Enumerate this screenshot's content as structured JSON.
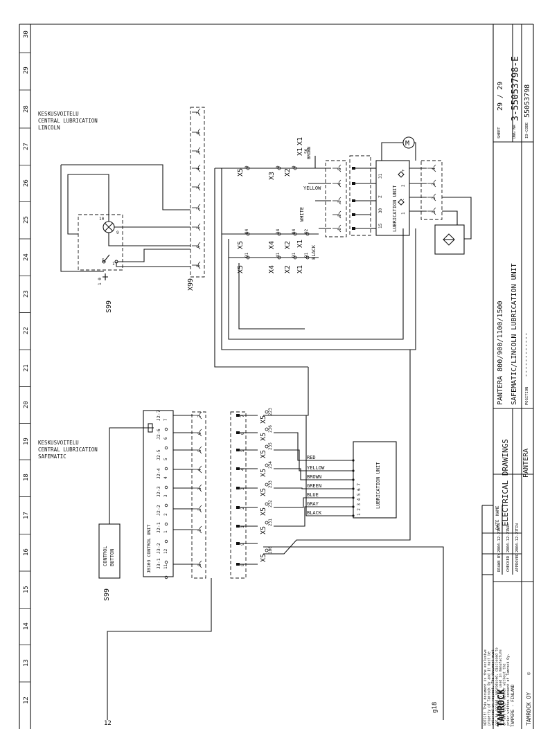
{
  "ruler": [
    "30",
    "29",
    "28",
    "27",
    "26",
    "25",
    "24",
    "23",
    "22",
    "21",
    "20",
    "19",
    "18",
    "17",
    "16",
    "15",
    "14",
    "13",
    "12"
  ],
  "upper_block": {
    "title_lines": [
      "KESKUSVOITELU",
      "CENTRAL LUBRICATION",
      "LINCOLN"
    ],
    "switch_label": "S99",
    "switch_contacts": [
      "1 0",
      "5",
      "1"
    ],
    "lamp_pins": [
      "10",
      "9"
    ],
    "connector": "X99",
    "connector_pins": [
      "7",
      "6",
      "5",
      "4",
      "3",
      "2",
      "1",
      "9",
      "8"
    ],
    "terminals": [
      "X5",
      "9",
      "X3",
      "9",
      "X2",
      "9",
      "X1",
      "56",
      "X1",
      "X5",
      "84",
      "X4",
      "34",
      "X2",
      "84",
      "X1",
      "92",
      "X5",
      "91",
      "X4",
      "41",
      "X2",
      "91",
      "X1",
      "91"
    ],
    "wire_colors": [
      "BROWN",
      "YELLOW",
      "WHITE",
      "BLACK"
    ],
    "plug_pins": [
      "5",
      "4",
      "3",
      "2",
      "1"
    ],
    "lub_unit": "LUBRICATION UNIT",
    "lub_pins": [
      "31",
      "15",
      "30",
      "Z",
      "1",
      "2",
      "-",
      "+"
    ],
    "motor_symbol": "M",
    "right_plug_pins": [
      "4",
      "3",
      "2",
      "1"
    ]
  },
  "lower_block": {
    "title_lines": [
      "KESKUSVOITELU",
      "CENTRAL LUBRICATION",
      "SAFEMATIC"
    ],
    "control_button": [
      "CONTROL",
      "BUTTON"
    ],
    "button_label": "S99",
    "control_unit": "JB103 CONTROL UNIT",
    "cu_pins": [
      "J3-1",
      "J3-2",
      "J2-1",
      "J2-2",
      "J2-3",
      "J2-4",
      "J2-5",
      "J2-6",
      "J2-7"
    ],
    "cu_nums": [
      "11",
      "12",
      "1",
      "2",
      "3",
      "4",
      "5",
      "6",
      "7"
    ],
    "conn1_pins": [
      "8",
      "1",
      "2",
      "3",
      "4",
      "5",
      "6",
      "7"
    ],
    "conn2_pins": [
      "8",
      "9",
      "1",
      "2",
      "3",
      "4",
      "5",
      "6",
      "7"
    ],
    "x5_label": "X5",
    "x5_nums": [
      "100",
      "231",
      "232",
      "233",
      "234",
      "235",
      "236",
      "223"
    ],
    "wire_colors": [
      "RED",
      "YELLOW",
      "BROWN",
      "GREEN",
      "BLUE",
      "GRAY",
      "BLACK"
    ],
    "lub_unit": "LUBRICATION UNIT",
    "lub_pins": "1 2 3 4 5 6 7"
  },
  "edge_labels": [
    "12",
    "g18"
  ],
  "title_block": {
    "company": "TAMROCK OY",
    "logo": "TAMROCK",
    "place": "TAMPERE - FINLAND",
    "copyright": "©",
    "notice": [
      "NOTICE! This document is the exclusive",
      "property of Tamrock Oy and it must be",
      "returned on request. The document must",
      "not be copied, reproduced, disclosed to",
      "any third party or used in manufacture",
      "or any other manner without the",
      "prior written consent of Tamrock Oy."
    ],
    "col_date": "DATE",
    "col_name": "NAME",
    "rows": [
      [
        "DRAWN BY",
        "2004-12-27",
        "RTA"
      ],
      [
        "CHECKED",
        "2004-12-27",
        "AUL"
      ],
      [
        "APPROVED",
        "2004-12-27",
        "TIN"
      ]
    ],
    "doc_title": "ELECTRICAL DRAWINGS",
    "product": "PANTERA",
    "position_label": "POSITION",
    "desc_line1": "PANTERA 800/900/1100/1500",
    "desc_line2": "SAFEMATIC/LINCOLN LUBRICATION UNIT",
    "sheet_label": "SHEET",
    "sheet": "29 / 29",
    "dwg_label": "DWG NR",
    "dwg": "3-55053798-E",
    "id_label": "ID-CODE",
    "id": "55053798"
  }
}
